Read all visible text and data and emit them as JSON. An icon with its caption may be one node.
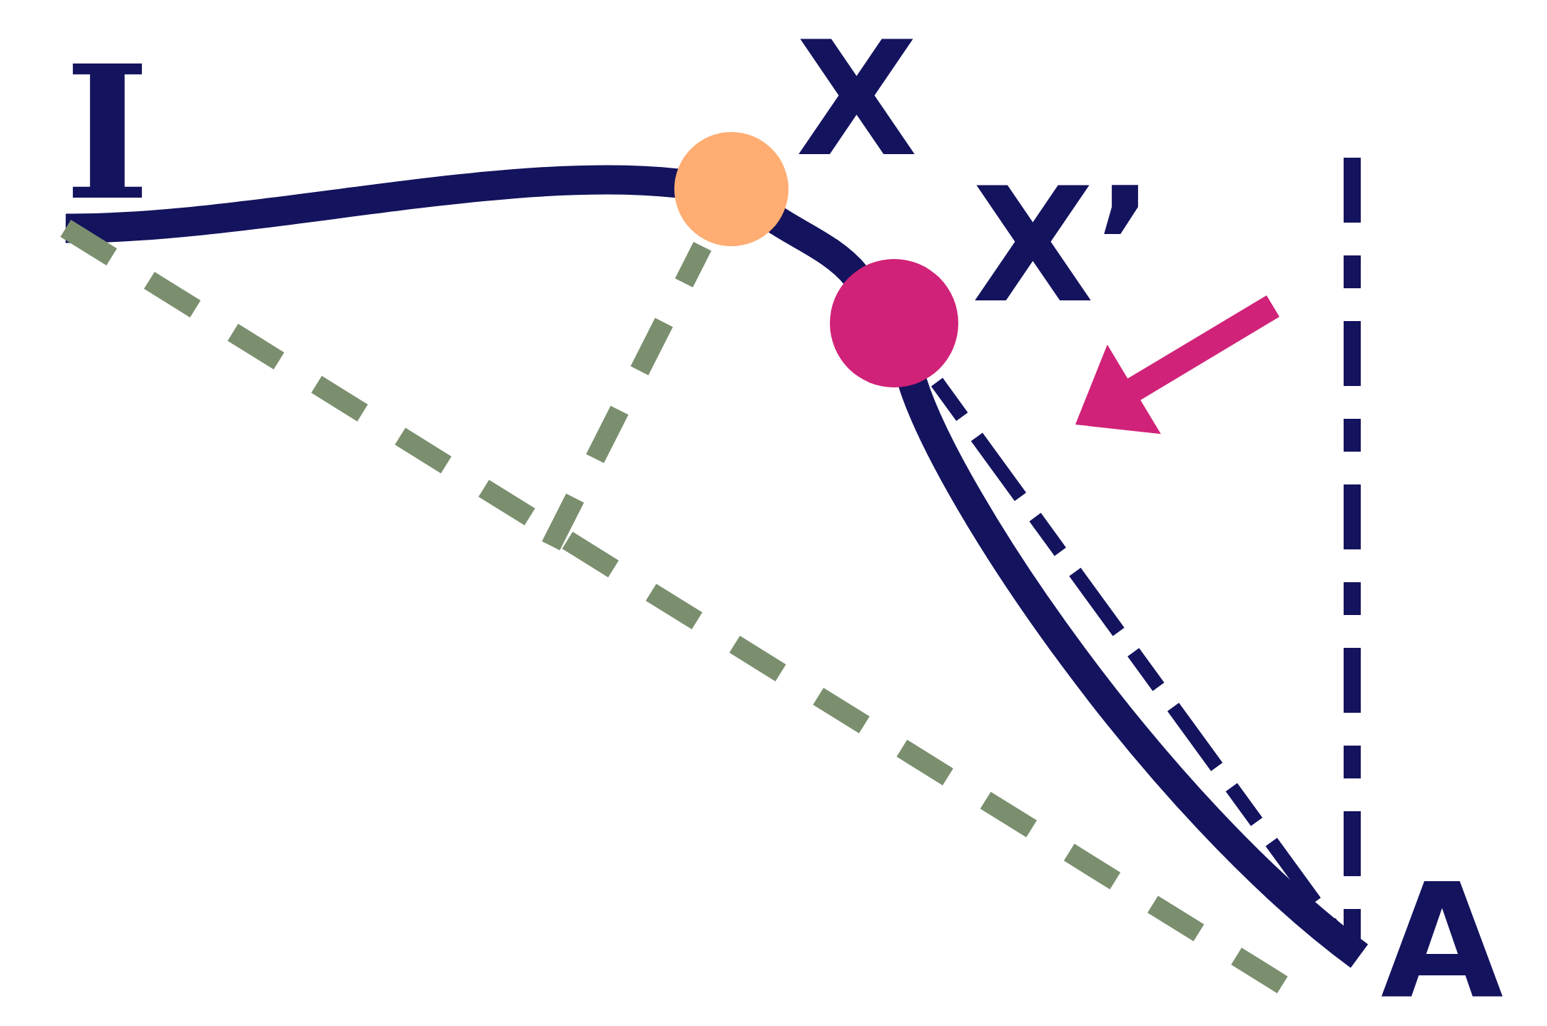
{
  "diagram": {
    "nodes": [
      {
        "text": [
          "I"
        ]
      },
      {
        "text": [],
        "shape": "circle",
        "beside": [
          "X"
        ]
      },
      {
        "text": [],
        "shape": "circle",
        "beside": [
          "X’"
        ]
      },
      {
        "text": [
          "A"
        ]
      }
    ],
    "edges": [
      {
        "from": 0,
        "to": 1,
        "arrow": "none"
      },
      {
        "from": 1,
        "to": 2,
        "arrow": "none"
      },
      {
        "from": 2,
        "to": 3,
        "arrow": "none"
      },
      {
        "from": 0,
        "to": 3,
        "arrow": "none",
        "style": "dashed",
        "color": "#7b8f6f"
      },
      {
        "from": 1,
        "to": null,
        "arrow": "none",
        "style": "dashed",
        "color": "#7b8f6f"
      },
      {
        "from": 2,
        "to": 3,
        "arrow": "none",
        "style": "dashed"
      },
      {
        "from": null,
        "to": 3,
        "arrow": "none",
        "style": "dashed"
      }
    ]
  }
}
